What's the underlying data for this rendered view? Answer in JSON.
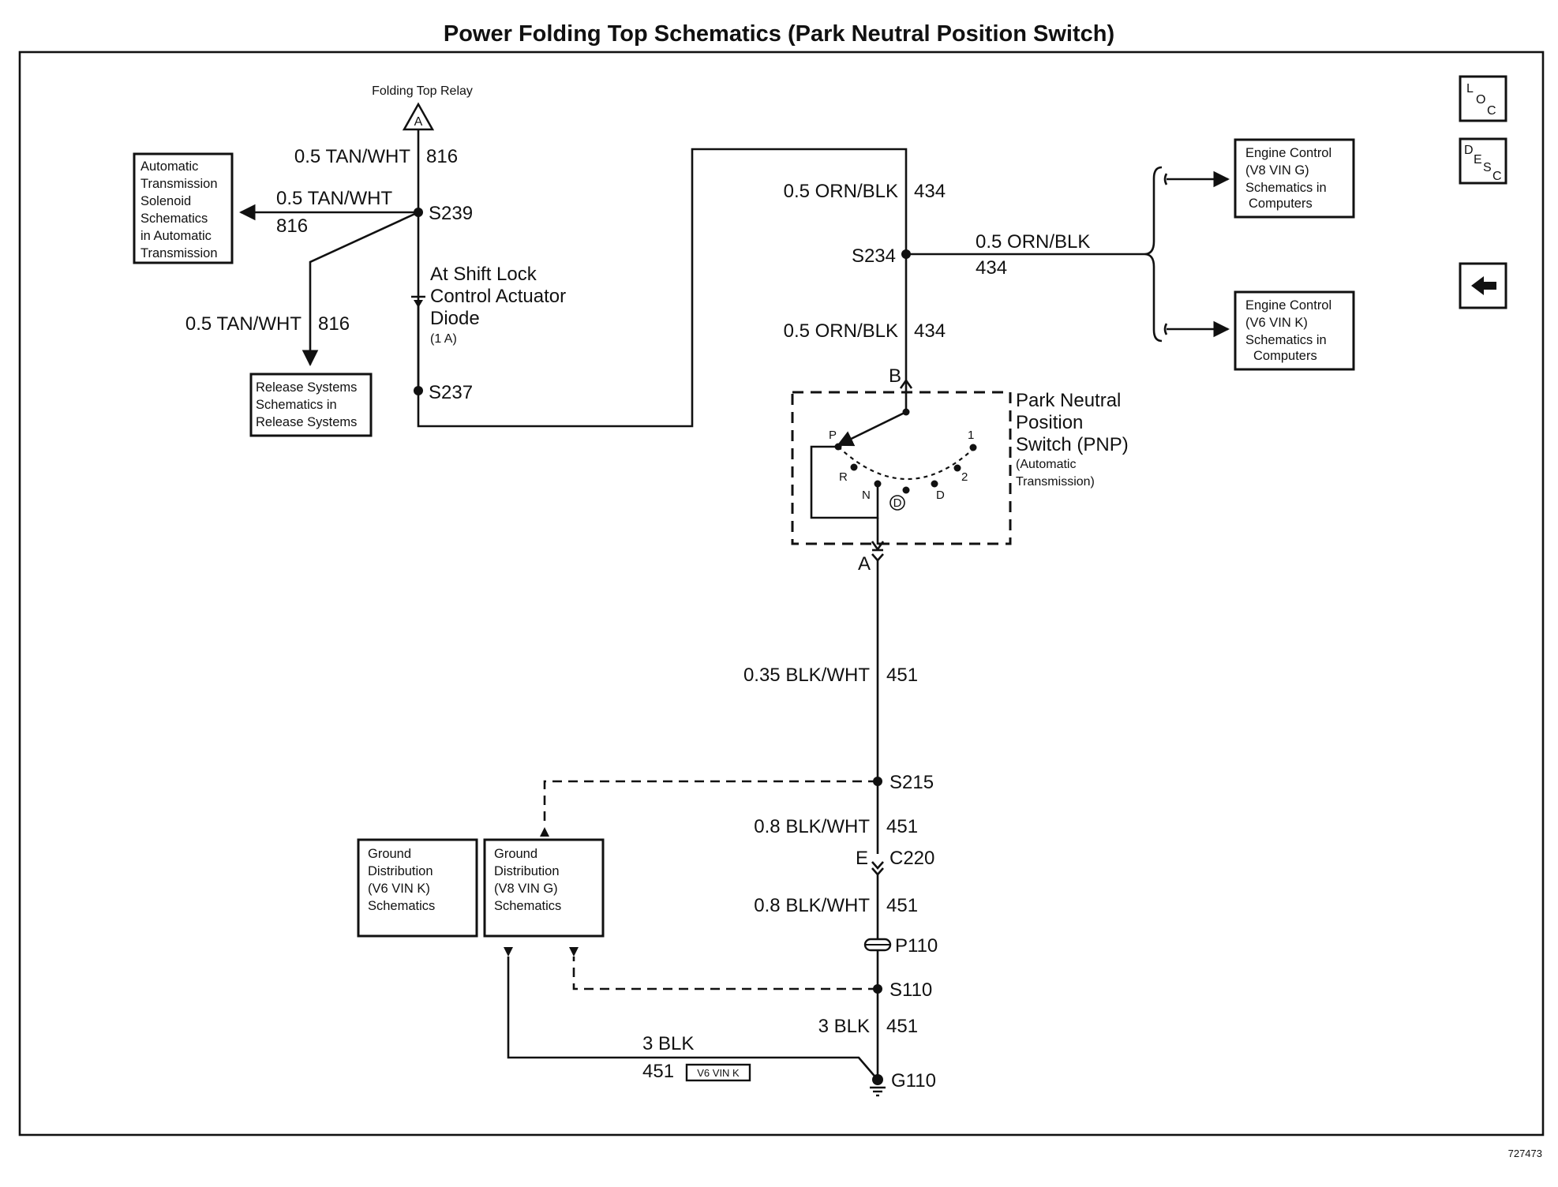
{
  "title": "Power Folding Top Schematics (Park Neutral Position Switch)",
  "figure_id": "727473",
  "nav": {
    "loc": {
      "l": "L",
      "o": "O",
      "c": "C"
    },
    "desc": {
      "d": "D",
      "e": "E",
      "s": "S",
      "c": "C"
    },
    "back_icon": "left-arrow-icon"
  },
  "relay": {
    "label": "Folding Top Relay",
    "connector": "A"
  },
  "wires": {
    "tan_top": {
      "gauge_color": "0.5 TAN/WHT",
      "circuit": "816"
    },
    "tan_left": {
      "gauge_color": "0.5 TAN/WHT",
      "circuit": "816"
    },
    "tan_release": {
      "gauge_color": "0.5 TAN/WHT",
      "circuit": "816"
    },
    "orn_top": {
      "gauge_color": "0.5 ORN/BLK",
      "circuit": "434"
    },
    "orn_branch": {
      "gauge_color": "0.5 ORN/BLK",
      "circuit": "434"
    },
    "orn_lower": {
      "gauge_color": "0.5 ORN/BLK",
      "circuit": "434"
    },
    "blk_wht_035": {
      "gauge_color": "0.35 BLK/WHT",
      "circuit": "451"
    },
    "blk_wht_08a": {
      "gauge_color": "0.8 BLK/WHT",
      "circuit": "451"
    },
    "blk_wht_08b": {
      "gauge_color": "0.8 BLK/WHT",
      "circuit": "451"
    },
    "blk_3": {
      "gauge_color": "3 BLK",
      "circuit": "451"
    },
    "blk_3_ground": {
      "gauge_color": "3 BLK",
      "circuit": "451",
      "option": "V6 VIN K"
    }
  },
  "splices": {
    "s239": "S239",
    "s237": "S237",
    "s234": "S234",
    "s215": "S215",
    "s110": "S110"
  },
  "connectors": {
    "c220": "C220",
    "c220_pin": "E",
    "p110": "P110",
    "g110": "G110",
    "pnp_b": "B",
    "pnp_a": "A"
  },
  "diode": {
    "line1": "At Shift Lock",
    "line2": "Control Actuator",
    "line3": "Diode",
    "line4": "(1 A)"
  },
  "pnp": {
    "line1": "Park Neutral",
    "line2": "Position",
    "line3": "Switch (PNP)",
    "line4": "(Automatic",
    "line5": "Transmission)",
    "positions": {
      "p": "P",
      "r": "R",
      "n": "N",
      "d_circle": "D",
      "d": "D",
      "two": "2",
      "one": "1"
    }
  },
  "boxes": {
    "auto_trans": [
      "Automatic",
      "Transmission",
      "Solenoid",
      "Schematics",
      "in Automatic",
      "Transmission"
    ],
    "release": [
      "Release Systems",
      "Schematics in",
      "Release Systems"
    ],
    "engine_v8": [
      "Engine Control",
      "(V8 VIN G)",
      "Schematics in",
      "Computers"
    ],
    "engine_v6": [
      "Engine Control",
      "(V6 VIN K)",
      "Schematics in",
      "Computers"
    ],
    "ground_v6": [
      "Ground",
      "Distribution",
      "(V6 VIN K)",
      "Schematics"
    ],
    "ground_v8": [
      "Ground",
      "Distribution",
      "(V8 VIN G)",
      "Schematics"
    ]
  }
}
